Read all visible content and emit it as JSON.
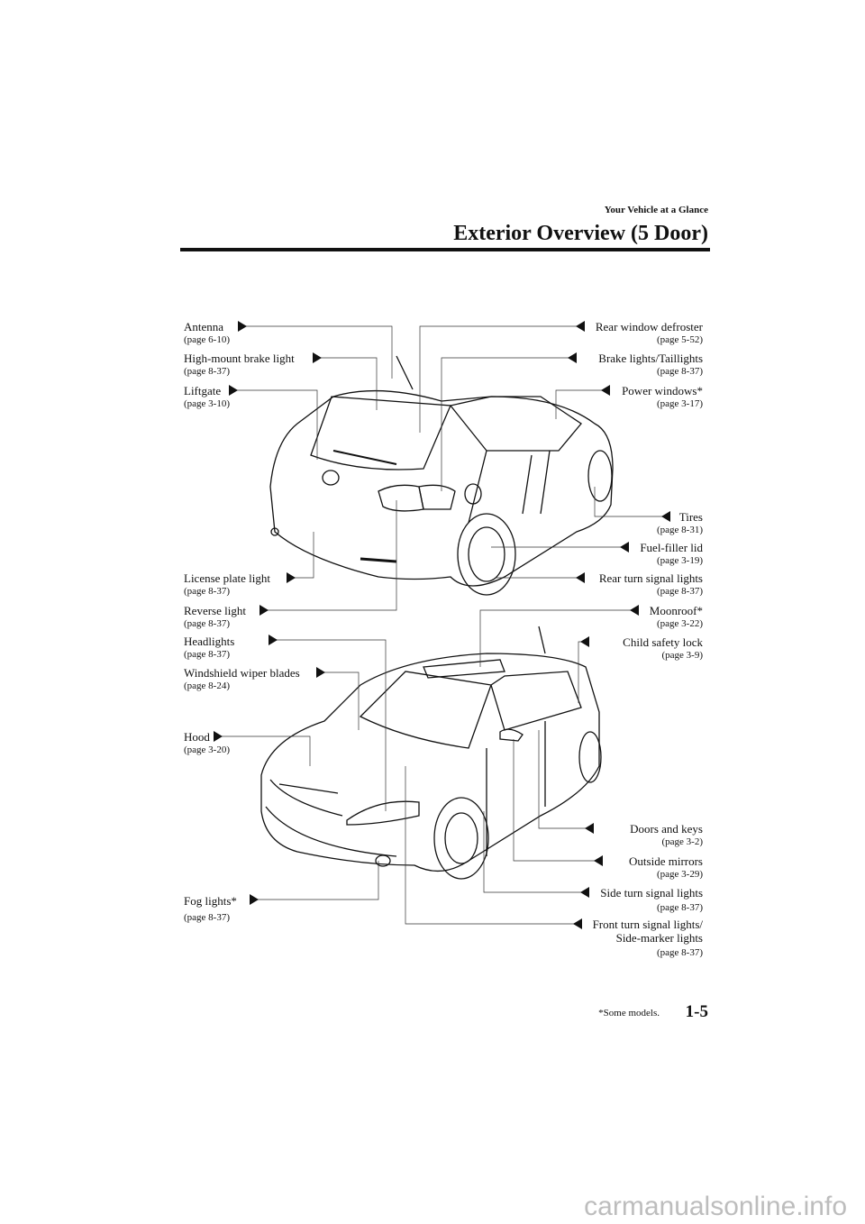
{
  "header": {
    "section": "Your Vehicle at a Glance",
    "title": "Exterior Overview (5 Door)"
  },
  "left_labels": [
    {
      "label": "Antenna",
      "page": "(page 6-10)"
    },
    {
      "label": "High-mount brake light",
      "page": "(page 8-37)"
    },
    {
      "label": "Liftgate",
      "page": "(page 3-10)"
    },
    {
      "label": "License plate light",
      "page": "(page 8-37)"
    },
    {
      "label": "Reverse light",
      "page": "(page 8-37)"
    },
    {
      "label": "Headlights",
      "page": "(page 8-37)"
    },
    {
      "label": "Windshield wiper blades",
      "page": "(page 8-24)"
    },
    {
      "label": "Hood",
      "page": "(page 3-20)"
    },
    {
      "label": "Fog lights*",
      "page": "(page 8-37)"
    }
  ],
  "right_labels": [
    {
      "label": "Rear window defroster",
      "page": "(page 5-52)"
    },
    {
      "label": "Brake lights/Taillights",
      "page": "(page 8-37)"
    },
    {
      "label": "Power windows*",
      "page": "(page 3-17)"
    },
    {
      "label": "Tires",
      "page": "(page 8-31)"
    },
    {
      "label": "Fuel-filler lid",
      "page": "(page 3-19)"
    },
    {
      "label": "Rear turn signal lights",
      "page": "(page 8-37)"
    },
    {
      "label": "Moonroof*",
      "page": "(page 3-22)"
    },
    {
      "label": "Child safety lock",
      "page": "(page 3-9)"
    },
    {
      "label": "Doors and keys",
      "page": "(page 3-2)"
    },
    {
      "label": "Outside mirrors",
      "page": "(page 3-29)"
    },
    {
      "label": "Side turn signal lights",
      "page": "(page 8-37)"
    },
    {
      "label": "Front turn signal lights/",
      "label2": "Side-marker lights",
      "page": "(page 8-37)"
    }
  ],
  "footer": {
    "note": "*Some models.",
    "page_number": "1-5",
    "watermark": "carmanualsonline.info"
  }
}
